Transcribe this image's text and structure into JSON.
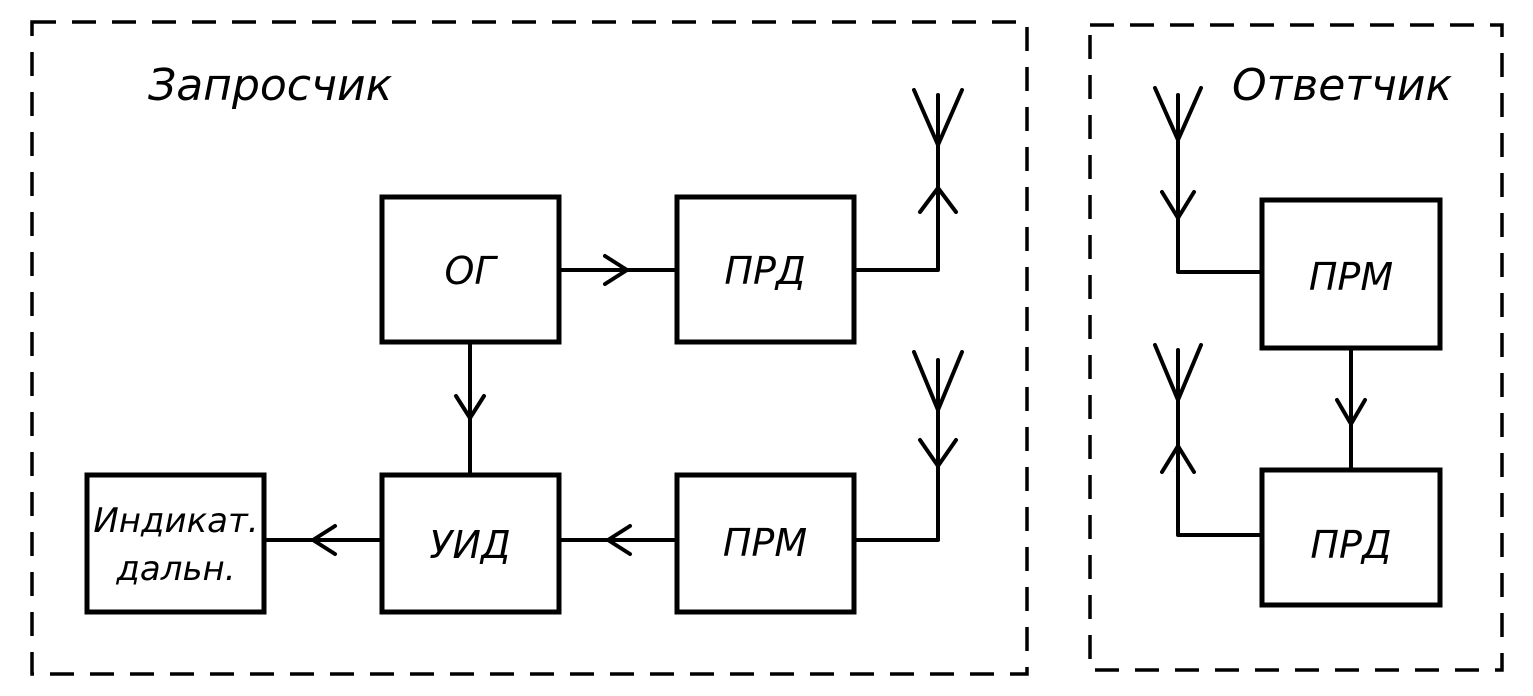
{
  "interrogator": {
    "title": "Запросчик",
    "blocks": {
      "og": "ОГ",
      "prd": "ПРД",
      "prm": "ПРМ",
      "uid": "УИД",
      "indicator_line1": "Индикат.",
      "indicator_line2": "дальн."
    }
  },
  "transponder": {
    "title": "Ответчик",
    "blocks": {
      "prm": "ПРМ",
      "prd": "ПРД"
    }
  },
  "colors": {
    "ink": "#000000",
    "background": "#ffffff"
  }
}
